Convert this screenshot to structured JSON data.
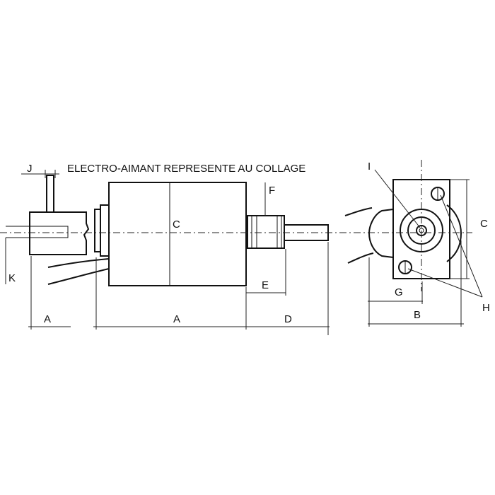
{
  "title": "ELECTRO-AIMANT REPRESENTE AU COLLAGE",
  "labels": {
    "a_left": "A",
    "a_body": "A",
    "b": "B",
    "c_body": "C",
    "c_side": "C",
    "d": "D",
    "e": "E",
    "f": "F",
    "g": "G",
    "h": "H",
    "i": "I",
    "j": "J",
    "k": "K"
  },
  "icons": {
    "main_view": "electromagnet-side-view",
    "end_view": "electromagnet-end-view",
    "armature": "armature-block"
  }
}
